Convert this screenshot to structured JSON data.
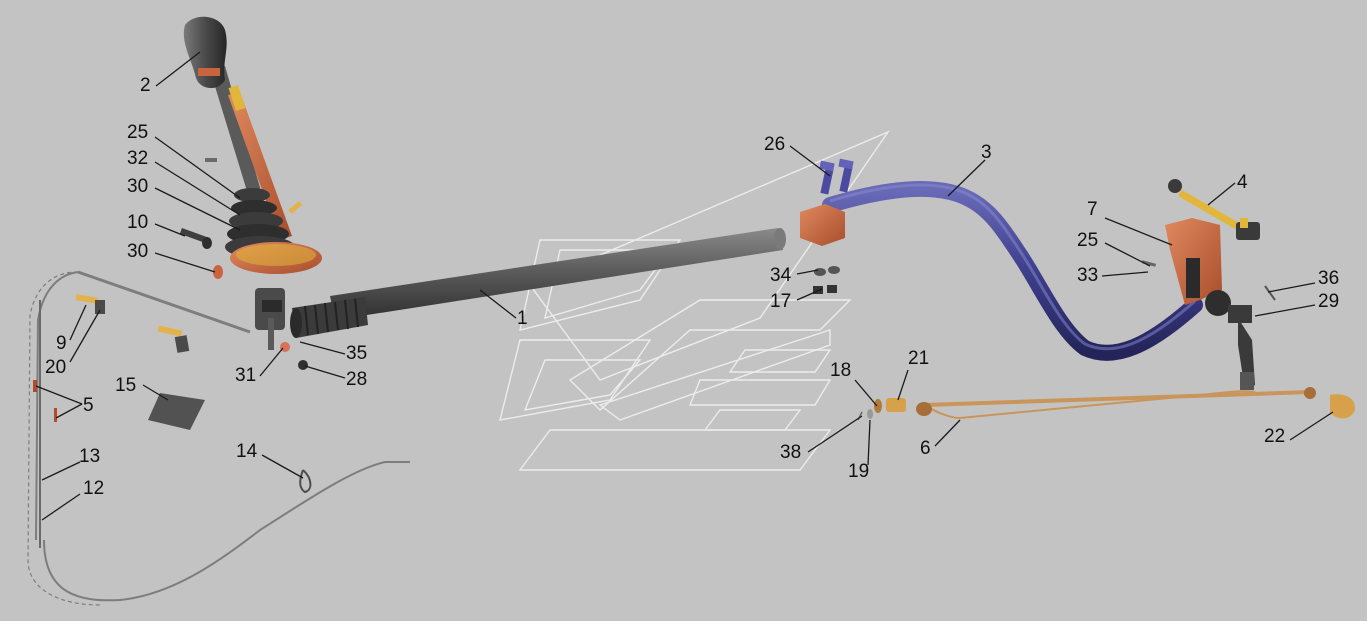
{
  "diagram": {
    "colors": {
      "background": "#c3c3c3",
      "rod_gray": "#5d5d5d",
      "rod_dark": "#3a3a3a",
      "bar_blue": "#3e3f8c",
      "bracket_orange": "#c9643e",
      "knob_dark": "#3f3f3f",
      "yellow_part": "#e1b63a",
      "copper_rod": "#c9955a",
      "text": "#111111"
    },
    "callouts": [
      {
        "id": "c2",
        "label": "2"
      },
      {
        "id": "c25a",
        "label": "25"
      },
      {
        "id": "c32",
        "label": "32"
      },
      {
        "id": "c30a",
        "label": "30"
      },
      {
        "id": "c10",
        "label": "10"
      },
      {
        "id": "c30b",
        "label": "30"
      },
      {
        "id": "c9",
        "label": "9"
      },
      {
        "id": "c20",
        "label": "20"
      },
      {
        "id": "c5",
        "label": "5"
      },
      {
        "id": "c15",
        "label": "15"
      },
      {
        "id": "c13",
        "label": "13"
      },
      {
        "id": "c12",
        "label": "12"
      },
      {
        "id": "c14",
        "label": "14"
      },
      {
        "id": "c31",
        "label": "31"
      },
      {
        "id": "c35",
        "label": "35"
      },
      {
        "id": "c28",
        "label": "28"
      },
      {
        "id": "c1",
        "label": "1"
      },
      {
        "id": "c26",
        "label": "26"
      },
      {
        "id": "c3",
        "label": "3"
      },
      {
        "id": "c34",
        "label": "34"
      },
      {
        "id": "c17",
        "label": "17"
      },
      {
        "id": "c4",
        "label": "4"
      },
      {
        "id": "c7",
        "label": "7"
      },
      {
        "id": "c25b",
        "label": "25"
      },
      {
        "id": "c33",
        "label": "33"
      },
      {
        "id": "c36",
        "label": "36"
      },
      {
        "id": "c29",
        "label": "29"
      },
      {
        "id": "c18",
        "label": "18"
      },
      {
        "id": "c21",
        "label": "21"
      },
      {
        "id": "c38",
        "label": "38"
      },
      {
        "id": "c19",
        "label": "19"
      },
      {
        "id": "c6",
        "label": "6"
      },
      {
        "id": "c22",
        "label": "22"
      }
    ]
  }
}
